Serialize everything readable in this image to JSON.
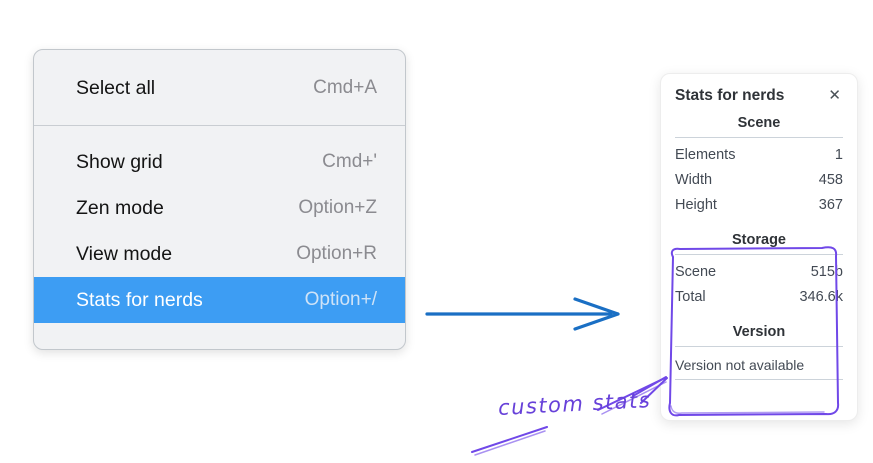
{
  "colors": {
    "highlight": "#3d9df3",
    "arrow_blue": "#1a6fc4",
    "sketch_purple": "#7048e8",
    "text_purple": "#6741d9"
  },
  "context_menu": {
    "items": [
      {
        "label": "Select all",
        "shortcut": "Cmd+A",
        "selected": false
      },
      {
        "label": "Show grid",
        "shortcut": "Cmd+'",
        "selected": false
      },
      {
        "label": "Zen mode",
        "shortcut": "Option+Z",
        "selected": false
      },
      {
        "label": "View mode",
        "shortcut": "Option+R",
        "selected": false
      },
      {
        "label": "Stats for nerds",
        "shortcut": "Option+/",
        "selected": true
      }
    ]
  },
  "stats_panel": {
    "title": "Stats for nerds",
    "close_icon": "✕",
    "scene_section": {
      "heading": "Scene",
      "rows": [
        {
          "label": "Elements",
          "value": "1"
        },
        {
          "label": "Width",
          "value": "458"
        },
        {
          "label": "Height",
          "value": "367"
        }
      ]
    },
    "storage_section": {
      "heading": "Storage",
      "rows": [
        {
          "label": "Scene",
          "value": "515b"
        },
        {
          "label": "Total",
          "value": "346.6k"
        }
      ]
    },
    "version_section": {
      "heading": "Version",
      "note": "Version not available"
    }
  },
  "annotation": {
    "label": "custom stats"
  }
}
